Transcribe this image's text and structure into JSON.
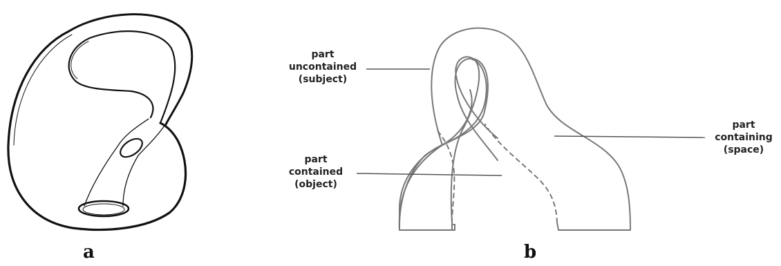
{
  "panels": {
    "a": {
      "letter": "a"
    },
    "b": {
      "letter": "b",
      "labels": {
        "uncontained": [
          "part",
          "uncontained",
          "(subject)"
        ],
        "contained": [
          "part",
          "contained",
          "(object)"
        ],
        "containing": [
          "part",
          "containing",
          "(space)"
        ]
      }
    }
  },
  "colors": {
    "ink_a": "#111111",
    "ink_b": "#777777",
    "leader": "#555555"
  }
}
